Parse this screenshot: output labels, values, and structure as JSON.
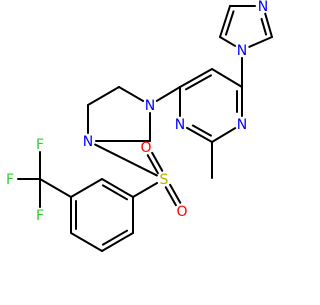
{
  "molecule": {
    "atoms": [
      {
        "key": "F1",
        "label": "F",
        "color": "#33cc33"
      },
      {
        "key": "F2",
        "label": "F",
        "color": "#33cc33"
      },
      {
        "key": "F3",
        "label": "F",
        "color": "#33cc33"
      },
      {
        "key": "S",
        "label": "S",
        "color": "#b3b300"
      },
      {
        "key": "O1",
        "label": "O",
        "color": "#ff0000"
      },
      {
        "key": "O2",
        "label": "O",
        "color": "#ff0000"
      },
      {
        "key": "N1",
        "label": "N",
        "color": "#0000ff"
      },
      {
        "key": "N2",
        "label": "N",
        "color": "#0000ff"
      },
      {
        "key": "N3",
        "label": "N",
        "color": "#0000ff"
      },
      {
        "key": "N4",
        "label": "N",
        "color": "#0000ff"
      },
      {
        "key": "N5",
        "label": "N",
        "color": "#0000ff"
      },
      {
        "key": "N6",
        "label": "N",
        "color": "#0000ff"
      }
    ],
    "bond_color": "#000000"
  }
}
